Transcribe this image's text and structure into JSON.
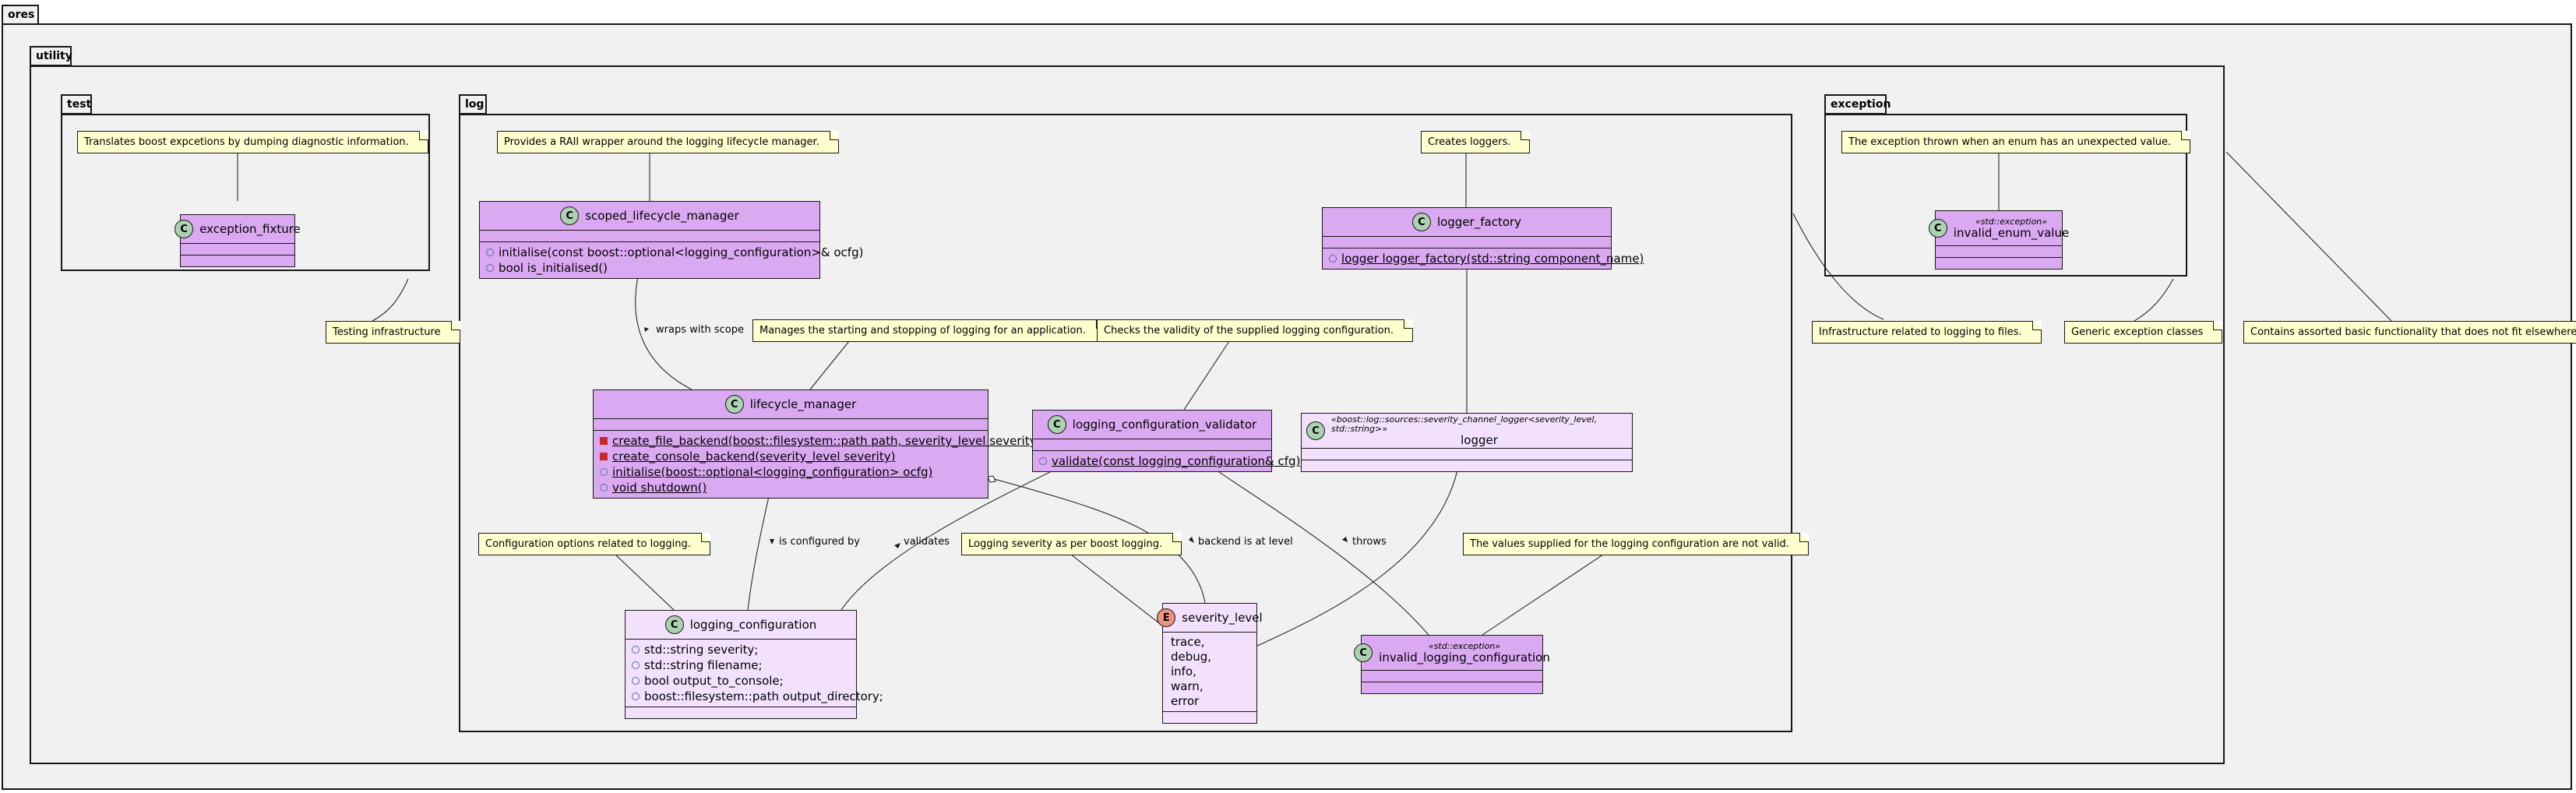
{
  "packages": {
    "ores": "ores",
    "utility": "utility",
    "test": "test",
    "log": "log",
    "exception": "exception"
  },
  "notes": {
    "test_pkg": "Testing infrastructure",
    "log_pkg": "Infrastructure related to logging to files.",
    "exception_pkg": "Generic exception classes",
    "utility_pkg": "Contains assorted basic functionality that does not fit elsewhere.",
    "exception_fixture": "Translates boost expcetions by dumping diagnostic information.",
    "scoped_lifecycle_manager": "Provides a RAII wrapper around the logging lifecycle manager.",
    "logger_factory": "Creates loggers.",
    "invalid_enum_value": "The exception thrown when an enum has an unexpected value.",
    "lifecycle_manager": "Manages the starting and stopping of logging for an application.",
    "logging_configuration_validator": "Checks the validity of the supplied logging configuration.",
    "logging_configuration": "Configuration options related to logging.",
    "severity_level": "Logging severity as per boost logging.",
    "invalid_logging_configuration": "The values supplied for the logging configuration are not valid."
  },
  "classes": {
    "exception_fixture": {
      "icon": "C",
      "name": "exception_fixture"
    },
    "scoped_lifecycle_manager": {
      "icon": "C",
      "name": "scoped_lifecycle_manager",
      "members": [
        "initialise(const boost::optional<logging_configuration>& ocfg)",
        "bool is_initialised()"
      ]
    },
    "logger_factory": {
      "icon": "C",
      "name": "logger_factory",
      "members": [
        "logger logger_factory(std::string component_name)"
      ]
    },
    "invalid_enum_value": {
      "icon": "C",
      "stereotype": "«std::exception»",
      "name": "invalid_enum_value"
    },
    "lifecycle_manager": {
      "icon": "C",
      "name": "lifecycle_manager",
      "members": [
        "create_file_backend(boost::filesystem::path path, severity_level severity)",
        "create_console_backend(severity_level severity)",
        "initialise(boost::optional<logging_configuration> ocfg)",
        "void shutdown()"
      ]
    },
    "logging_configuration_validator": {
      "icon": "C",
      "name": "logging_configuration_validator",
      "members": [
        "validate(const logging_configuration& cfg)"
      ]
    },
    "logger": {
      "icon": "C",
      "stereotype": "«boost::log::sources::severity_channel_logger<severity_level, std::string>»",
      "name": "logger"
    },
    "logging_configuration": {
      "icon": "C",
      "name": "logging_configuration",
      "members": [
        "std::string severity;",
        "std::string filename;",
        "bool output_to_console;",
        "boost::filesystem::path output_directory;"
      ]
    },
    "severity_level": {
      "icon": "E",
      "name": "severity_level",
      "values": [
        "trace,",
        "debug,",
        "info,",
        "warn,",
        "error"
      ]
    },
    "invalid_logging_configuration": {
      "icon": "C",
      "stereotype": "«std::exception»",
      "name": "invalid_logging_configuration"
    }
  },
  "relations": {
    "wraps": "wraps with scope",
    "configured": "is configured by",
    "validates": "validates",
    "backend": "backend is at level",
    "throws": "throws"
  },
  "colors": {
    "class_dark": "#dba9f2",
    "class_light": "#f3e0fd",
    "note": "#fefece",
    "package": "#f1f1f1",
    "class_icon": "#add1b2",
    "enum_icon": "#eb937f"
  }
}
